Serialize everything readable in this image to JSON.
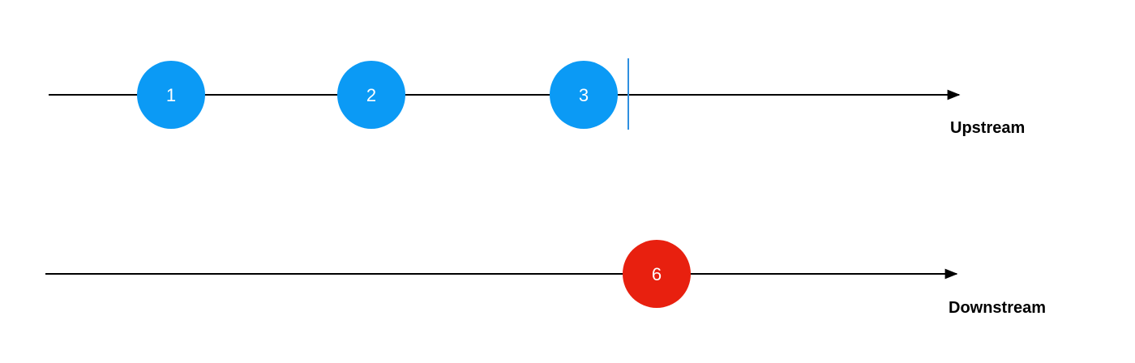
{
  "colors": {
    "upstream_marble": "#0b9af5",
    "downstream_marble": "#e8200f",
    "timeline": "#000000",
    "subscription_marker": "#2e8fe0"
  },
  "upstream": {
    "label": "Upstream",
    "marbles": [
      "1",
      "2",
      "3"
    ]
  },
  "downstream": {
    "label": "Downstream",
    "marbles": [
      "6"
    ]
  }
}
